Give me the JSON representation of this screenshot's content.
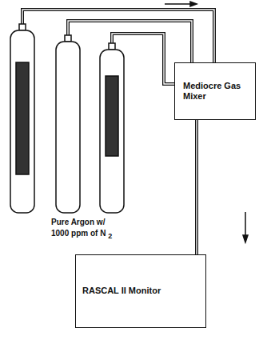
{
  "diagram": {
    "nodes": [
      {
        "text": [
          "Mediocre Gas Mixer"
        ]
      },
      {
        "text": [
          "RASCAL II Monitor"
        ]
      }
    ],
    "edges": [
      {
        "from": 0,
        "to": 1,
        "arrow": "none"
      }
    ],
    "labels": [
      "Pure Argon w/",
      "1000 ppm of N",
      "2"
    ]
  }
}
